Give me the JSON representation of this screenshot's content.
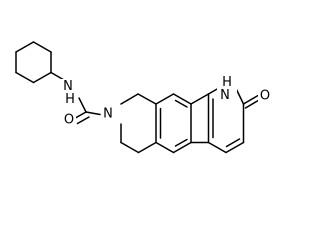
{
  "structure": {
    "atoms": [
      {
        "id": "nh_amide",
        "text": "N",
        "sub": "H"
      },
      {
        "id": "o_amide",
        "text": "O"
      },
      {
        "id": "n_ring",
        "text": "N"
      },
      {
        "id": "nh_ring",
        "text": "N",
        "sub": "H"
      },
      {
        "id": "o_ring",
        "text": "O"
      }
    ]
  }
}
